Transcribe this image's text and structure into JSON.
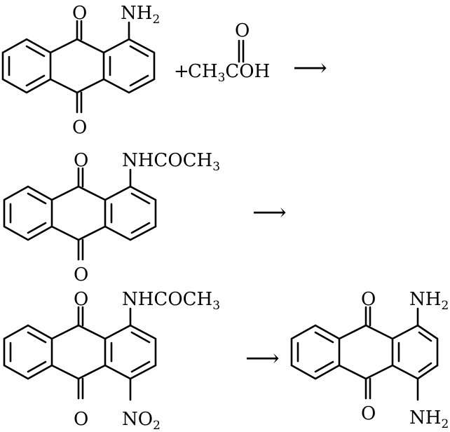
{
  "scheme": {
    "reactant_1": {
      "carbonyl_top": "O",
      "carbonyl_bottom": "O",
      "substituent_1": "NH",
      "substituent_1_sub": "2"
    },
    "reagent": {
      "plus": "+",
      "prefix": "CH",
      "prefix_sub": "3",
      "suffix": "COH",
      "carbonyl_o": "O"
    },
    "intermediate_1": {
      "carbonyl_top": "O",
      "carbonyl_bottom": "O",
      "substituent_1": "NHCOCH",
      "substituent_1_sub": "3"
    },
    "intermediate_2": {
      "carbonyl_top": "O",
      "carbonyl_bottom": "O",
      "substituent_1": "NHCOCH",
      "substituent_1_sub": "3",
      "substituent_4": "NO",
      "substituent_4_sub": "2"
    },
    "product": {
      "carbonyl_top": "O",
      "carbonyl_bottom": "O",
      "substituent_1": "NH",
      "substituent_1_sub": "2",
      "substituent_4": "NH",
      "substituent_4_sub": "2"
    },
    "arrow": "⟶"
  }
}
